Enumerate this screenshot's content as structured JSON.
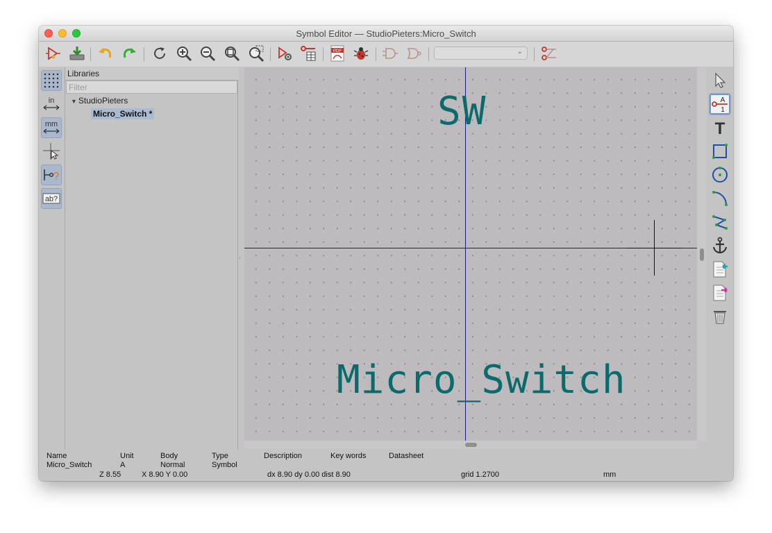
{
  "window": {
    "title": "Symbol Editor — StudioPieters:Micro_Switch"
  },
  "toolbar": {
    "unit_select_value": "",
    "icons": [
      "new-symbol-icon",
      "save-library-icon",
      "undo-icon",
      "redo-icon",
      "refresh-icon",
      "zoom-in-icon",
      "zoom-out-icon",
      "zoom-fit-icon",
      "zoom-selection-icon",
      "symbol-properties-icon",
      "pin-table-icon",
      "export-pdf-icon",
      "erc-bug-icon",
      "deMorgan-normal-icon",
      "deMorgan-alternate-icon",
      "unit-select-dropdown",
      "show-datasheet-icon"
    ]
  },
  "left_toolbar": {
    "items": [
      {
        "icon": "grid-icon",
        "label": ""
      },
      {
        "icon": "inch-units-icon",
        "label": "in"
      },
      {
        "icon": "mm-units-icon",
        "label": "mm"
      },
      {
        "icon": "full-crosshair-icon",
        "label": ""
      },
      {
        "icon": "pin-type-icon",
        "label": "?"
      },
      {
        "icon": "show-hidden-text-icon",
        "label": "ab?"
      }
    ]
  },
  "libraries": {
    "header": "Libraries",
    "filter_placeholder": "Filter",
    "library": "StudioPieters",
    "symbol": "Micro_Switch *"
  },
  "canvas": {
    "reference": "SW",
    "value": "Micro_Switch"
  },
  "right_toolbar": {
    "items": [
      "select-arrow-icon",
      "add-pin-icon",
      "add-text-icon",
      "add-rectangle-icon",
      "add-circle-icon",
      "add-arc-icon",
      "add-polyline-icon",
      "anchor-icon",
      "import-symbol-icon",
      "export-symbol-icon",
      "delete-icon"
    ],
    "pin_label_a": "A",
    "pin_label_1": "1",
    "text_tool_glyph": "T"
  },
  "message_panel": {
    "columns": [
      {
        "header": "Name",
        "value": "Micro_Switch"
      },
      {
        "header": "Unit",
        "value": "A"
      },
      {
        "header": "Body",
        "value": "Normal"
      },
      {
        "header": "Type",
        "value": "Symbol"
      },
      {
        "header": "Description",
        "value": ""
      },
      {
        "header": "Key words",
        "value": ""
      },
      {
        "header": "Datasheet",
        "value": ""
      }
    ]
  },
  "status": {
    "zoom": "Z 8.55",
    "coords": "X 8.90  Y 0.00",
    "delta": "dx 8.90  dy 0.00  dist 8.90",
    "grid": "grid 1.2700",
    "units": "mm"
  }
}
